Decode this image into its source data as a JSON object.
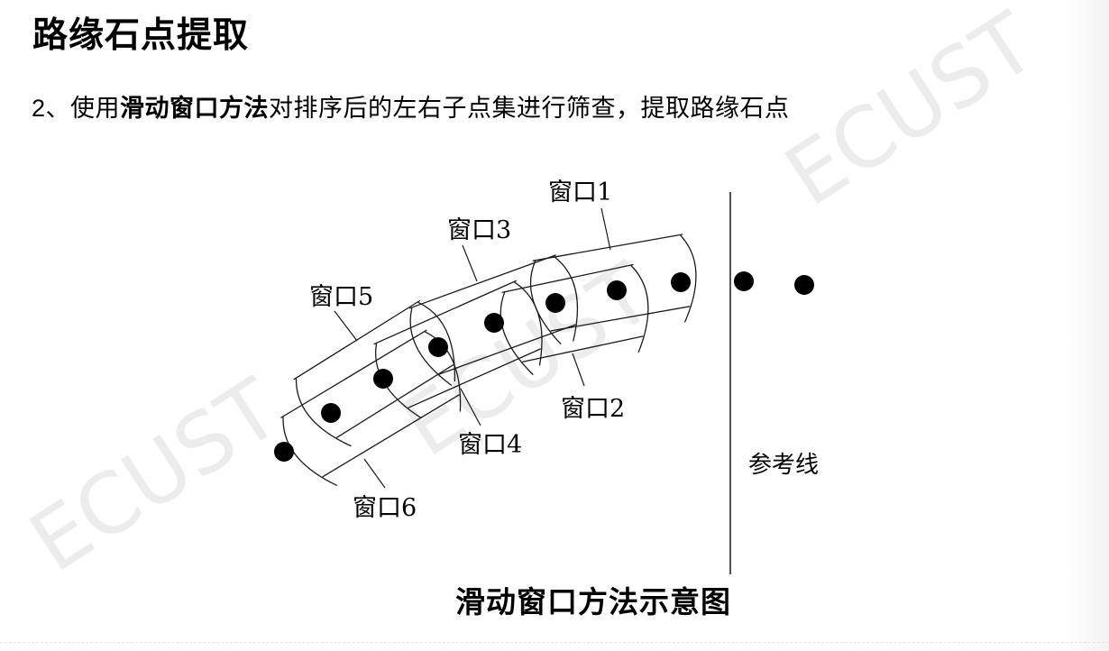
{
  "slide": {
    "title": "路缘石点提取",
    "bullet": {
      "prefix": "2、使用",
      "bold": "滑动窗口方法",
      "suffix": "对排序后的左右子点集进行筛查，提取路缘石点"
    },
    "watermark_text": "ECUST"
  },
  "diagram": {
    "caption": "滑动窗口方法示意图",
    "labels": {
      "window1": "窗口1",
      "window2": "窗口2",
      "window3": "窗口3",
      "window4": "窗口4",
      "window5": "窗口5",
      "window6": "窗口6",
      "reference_line": "参考线"
    },
    "points": {
      "left_of_reference_line": 8,
      "right_of_reference_line": 2
    },
    "colors": {
      "ink": "#000000",
      "watermark": "#ececec",
      "background": "#ffffff"
    }
  }
}
